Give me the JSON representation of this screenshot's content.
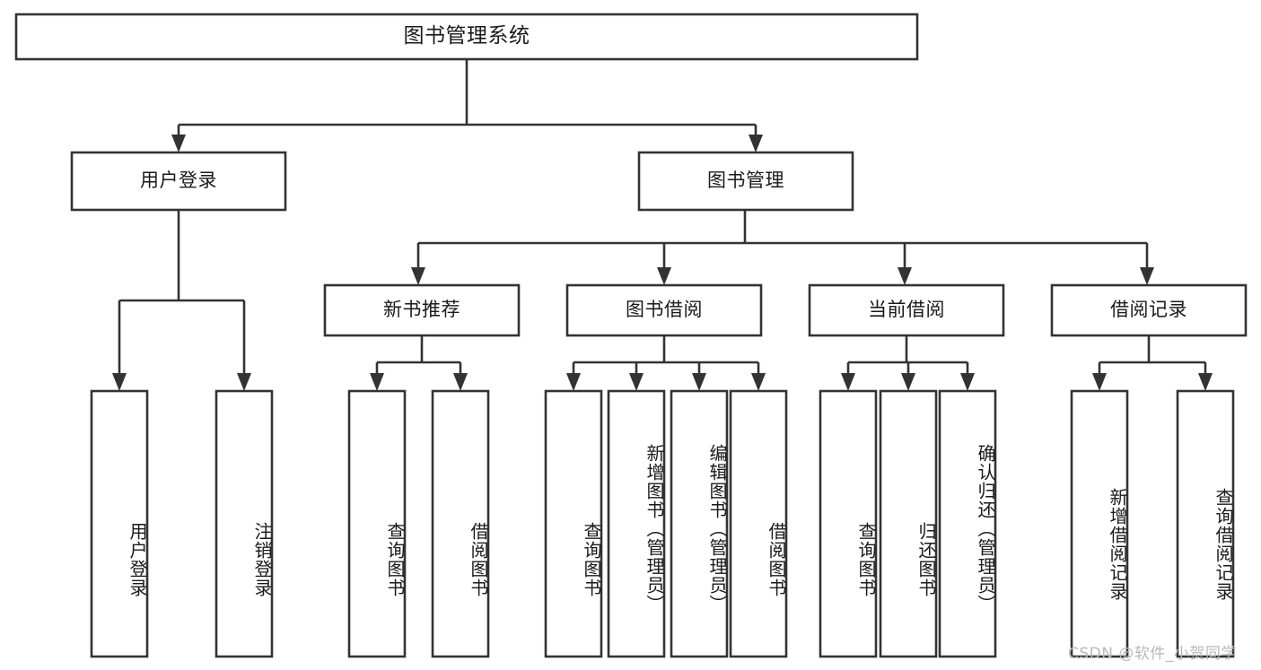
{
  "diagram": {
    "type": "tree",
    "title": "图书管理系统",
    "watermark": "CSDN @软件_小贺同学",
    "colors": {
      "box_stroke": "#333333",
      "box_fill": "#ffffff",
      "text": "#1a1a1a",
      "connector": "#333333",
      "watermark": "#b9b9b9",
      "background": "#ffffff"
    },
    "levels": {
      "root": "图书管理系统",
      "level2": [
        "用户登录",
        "图书管理"
      ],
      "level3": [
        "新书推荐",
        "图书借阅",
        "当前借阅",
        "借阅记录"
      ],
      "leaves": [
        "用户登录",
        "注销登录",
        "查询图书",
        "借阅图书",
        "查询图书",
        "新增图书（管理员）",
        "编辑图书（管理员）",
        "借阅图书",
        "查询图书",
        "归还图书",
        "确认归还（管理员）",
        "新增借阅记录",
        "查询借阅记录"
      ]
    },
    "nodes": {
      "root": {
        "label": "图书管理系统"
      },
      "user_login": {
        "label": "用户登录"
      },
      "book_manage": {
        "label": "图书管理"
      },
      "new_book_rec": {
        "label": "新书推荐"
      },
      "book_borrow": {
        "label": "图书借阅"
      },
      "current_borrow": {
        "label": "当前借阅"
      },
      "borrow_record": {
        "label": "借阅记录"
      },
      "leaf_user_login": {
        "label": "用户登录"
      },
      "leaf_logout": {
        "label": "注销登录"
      },
      "leaf_query_book_1": {
        "label": "查询图书"
      },
      "leaf_borrow_book_1": {
        "label": "借阅图书"
      },
      "leaf_query_book_2": {
        "label": "查询图书"
      },
      "leaf_add_book": {
        "label": "新增图书（管理员）"
      },
      "leaf_edit_book": {
        "label": "编辑图书（管理员）"
      },
      "leaf_borrow_book_2": {
        "label": "借阅图书"
      },
      "leaf_query_book_3": {
        "label": "查询图书"
      },
      "leaf_return_book": {
        "label": "归还图书"
      },
      "leaf_confirm_return": {
        "label": "确认归还（管理员）"
      },
      "leaf_add_record": {
        "label": "新增借阅记录"
      },
      "leaf_query_record": {
        "label": "查询借阅记录"
      }
    },
    "edges": [
      {
        "from": "root",
        "to": "user_login"
      },
      {
        "from": "root",
        "to": "book_manage"
      },
      {
        "from": "user_login",
        "to": "leaf_user_login"
      },
      {
        "from": "user_login",
        "to": "leaf_logout"
      },
      {
        "from": "book_manage",
        "to": "new_book_rec"
      },
      {
        "from": "book_manage",
        "to": "book_borrow"
      },
      {
        "from": "book_manage",
        "to": "current_borrow"
      },
      {
        "from": "book_manage",
        "to": "borrow_record"
      },
      {
        "from": "new_book_rec",
        "to": "leaf_query_book_1"
      },
      {
        "from": "new_book_rec",
        "to": "leaf_borrow_book_1"
      },
      {
        "from": "book_borrow",
        "to": "leaf_query_book_2"
      },
      {
        "from": "book_borrow",
        "to": "leaf_add_book"
      },
      {
        "from": "book_borrow",
        "to": "leaf_edit_book"
      },
      {
        "from": "book_borrow",
        "to": "leaf_borrow_book_2"
      },
      {
        "from": "current_borrow",
        "to": "leaf_query_book_3"
      },
      {
        "from": "current_borrow",
        "to": "leaf_return_book"
      },
      {
        "from": "current_borrow",
        "to": "leaf_confirm_return"
      },
      {
        "from": "borrow_record",
        "to": "leaf_add_record"
      },
      {
        "from": "borrow_record",
        "to": "leaf_query_record"
      }
    ]
  }
}
